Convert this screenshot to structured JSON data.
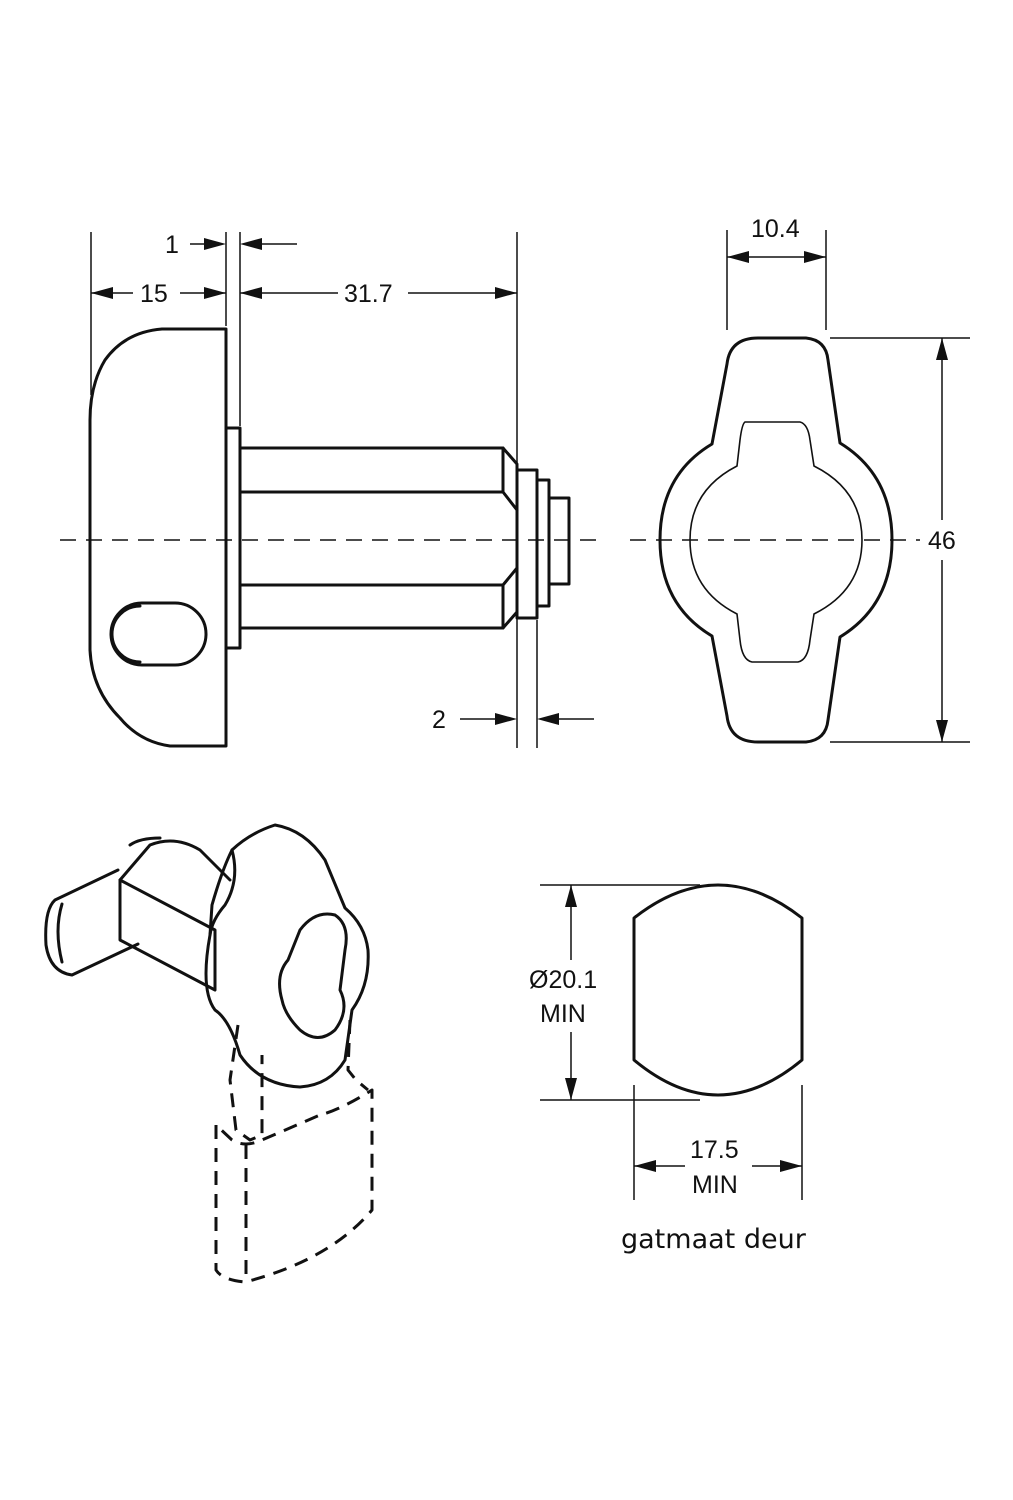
{
  "dimensions": {
    "d1": "1",
    "d15": "15",
    "d31_7": "31.7",
    "d2": "2",
    "d10_4": "10.4",
    "d46": "46",
    "d20_1": "Ø20.1",
    "d20_1_min": "MIN",
    "d17_5": "17.5",
    "d17_5_min": "MIN"
  },
  "caption": "gatmaat deur"
}
